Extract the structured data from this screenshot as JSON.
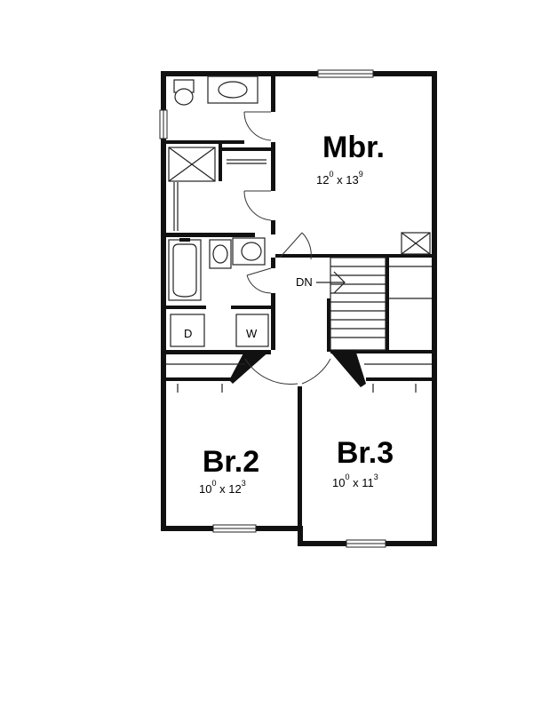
{
  "rooms": {
    "master": {
      "name": "Mbr.",
      "w_ft": "12",
      "w_in": "0",
      "by": "x",
      "d_ft": "13",
      "d_in": "9"
    },
    "br2": {
      "name": "Br.2",
      "w_ft": "10",
      "w_in": "0",
      "by": "x",
      "d_ft": "12",
      "d_in": "3"
    },
    "br3": {
      "name": "Br.3",
      "w_ft": "10",
      "w_in": "0",
      "by": "x",
      "d_ft": "11",
      "d_in": "3"
    }
  },
  "labels": {
    "stairs": "DN",
    "dryer": "D",
    "washer": "W"
  }
}
